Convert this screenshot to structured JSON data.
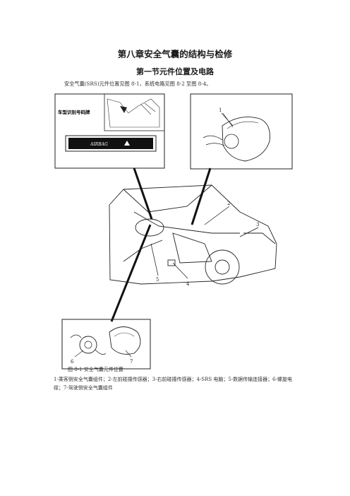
{
  "heading": {
    "title": "第八章安全气囊的结构与检修",
    "subtitle": "第一节元件位置及电路"
  },
  "intro_text": "安全气囊(SRS)元件位置见图 8-1，系统电路见图 8-2 至图 8-4。",
  "figure": {
    "vin_label": "车型识别号码牌",
    "plate_text": "AIRBAG",
    "callouts": [
      "1",
      "2",
      "3",
      "4",
      "5",
      "6",
      "7"
    ],
    "caption": "图 8-1 安全气囊元件位置",
    "legend": "1-乘客侧安全气囊组件；2-左前碰撞传感器；3-右前碰撞传感器；4-SRS 电脑；5-数据传输连接器；6-螺旋电缆；7-驾驶侧安全气囊组件"
  }
}
